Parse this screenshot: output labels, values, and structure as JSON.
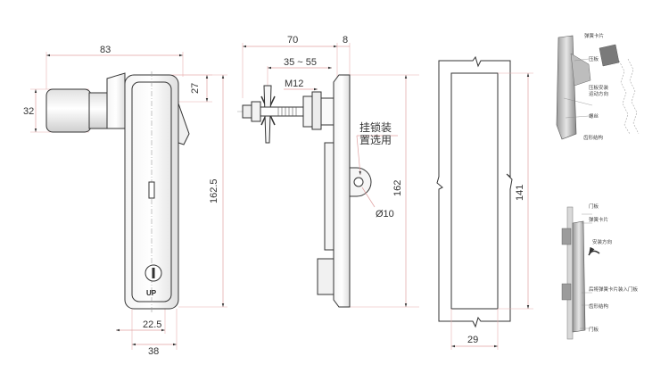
{
  "front_view": {
    "width_83": "83",
    "height_32": "32",
    "height_27": "27",
    "height_162_5": "162.5",
    "width_22_5": "22.5",
    "width_38": "38",
    "up_mark": "UP"
  },
  "side_view": {
    "length_70": "70",
    "thickness_8": "8",
    "range_35_55": "35 ~ 55",
    "thread_m12": "M12",
    "note_line1": "挂锁装",
    "note_line2": "置选用",
    "hole_dia": "Ø10",
    "height_162": "162"
  },
  "cutout_view": {
    "height_141": "141",
    "width_29": "29"
  },
  "detail_top": {
    "spring_clip": "弹簧卡片",
    "press": "压板",
    "press_direction_1": "压板安装",
    "press_direction_2": "运动方向",
    "screw": "螺丝",
    "hook_structure": "齿形结构"
  },
  "detail_bottom": {
    "door_panel_top": "门板",
    "spring_clip": "弹簧卡片",
    "install_direction": "安装方向",
    "after_install": "后将弹簧卡片装入门板",
    "hook_structure": "齿形结构",
    "door_panel_bottom": "门板"
  }
}
